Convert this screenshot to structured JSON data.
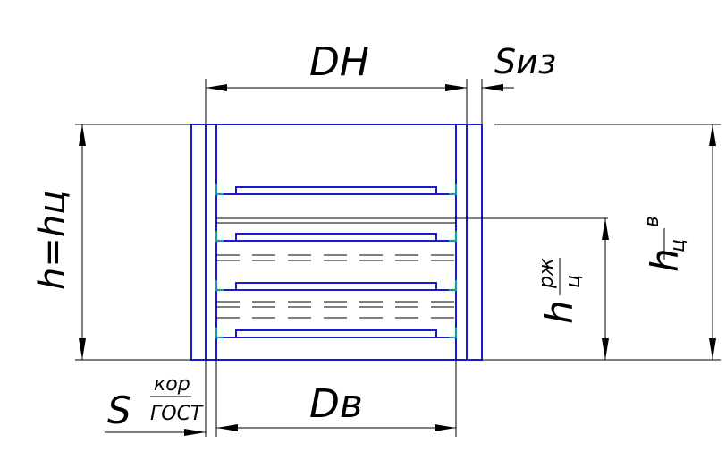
{
  "labels": {
    "outer_diameter": "DН",
    "insulation_thickness": "Sиз",
    "height_left": "h=hц",
    "wall_thickness_S": "S",
    "wall_thickness_sup": "кор",
    "wall_thickness_sub": "ГОСТ",
    "inner_diameter": "Dв",
    "height_liquid_h": "h",
    "height_liquid_sup": "рж",
    "height_liquid_sub": "ц",
    "height_vapor_h": "h",
    "height_vapor_sup": "в",
    "height_vapor_sub": "ц"
  },
  "colors": {
    "outline": "#1a1ad6",
    "clip": "#12a0a0",
    "dimension": "#000000"
  }
}
